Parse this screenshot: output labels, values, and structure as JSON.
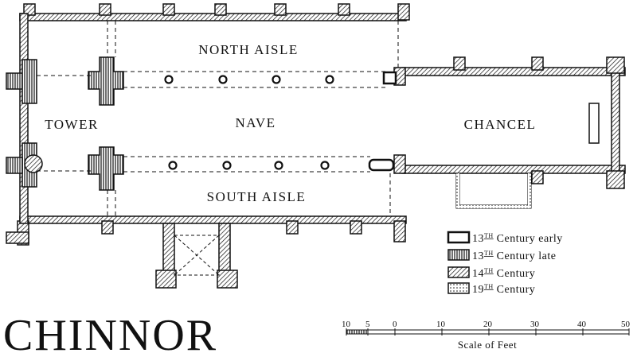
{
  "title": "CHINNOR",
  "rooms": {
    "north_aisle": "NORTH AISLE",
    "nave": "NAVE",
    "tower": "TOWER",
    "chancel": "CHANCEL",
    "south_aisle": "SOUTH AISLE"
  },
  "legend": [
    {
      "century": "13",
      "suffix": "TH",
      "label": "Century early",
      "pattern": "outline"
    },
    {
      "century": "13",
      "suffix": "TH",
      "label": "Century late",
      "pattern": "vertical-hatch"
    },
    {
      "century": "14",
      "suffix": "TH",
      "label": "Century",
      "pattern": "diagonal-hatch"
    },
    {
      "century": "19",
      "suffix": "TH",
      "label": "Century",
      "pattern": "dotted"
    }
  ],
  "scale": {
    "ticks": [
      "10",
      "5",
      "0",
      "10",
      "20",
      "30",
      "40",
      "50"
    ],
    "caption": "Scale of Feet"
  }
}
